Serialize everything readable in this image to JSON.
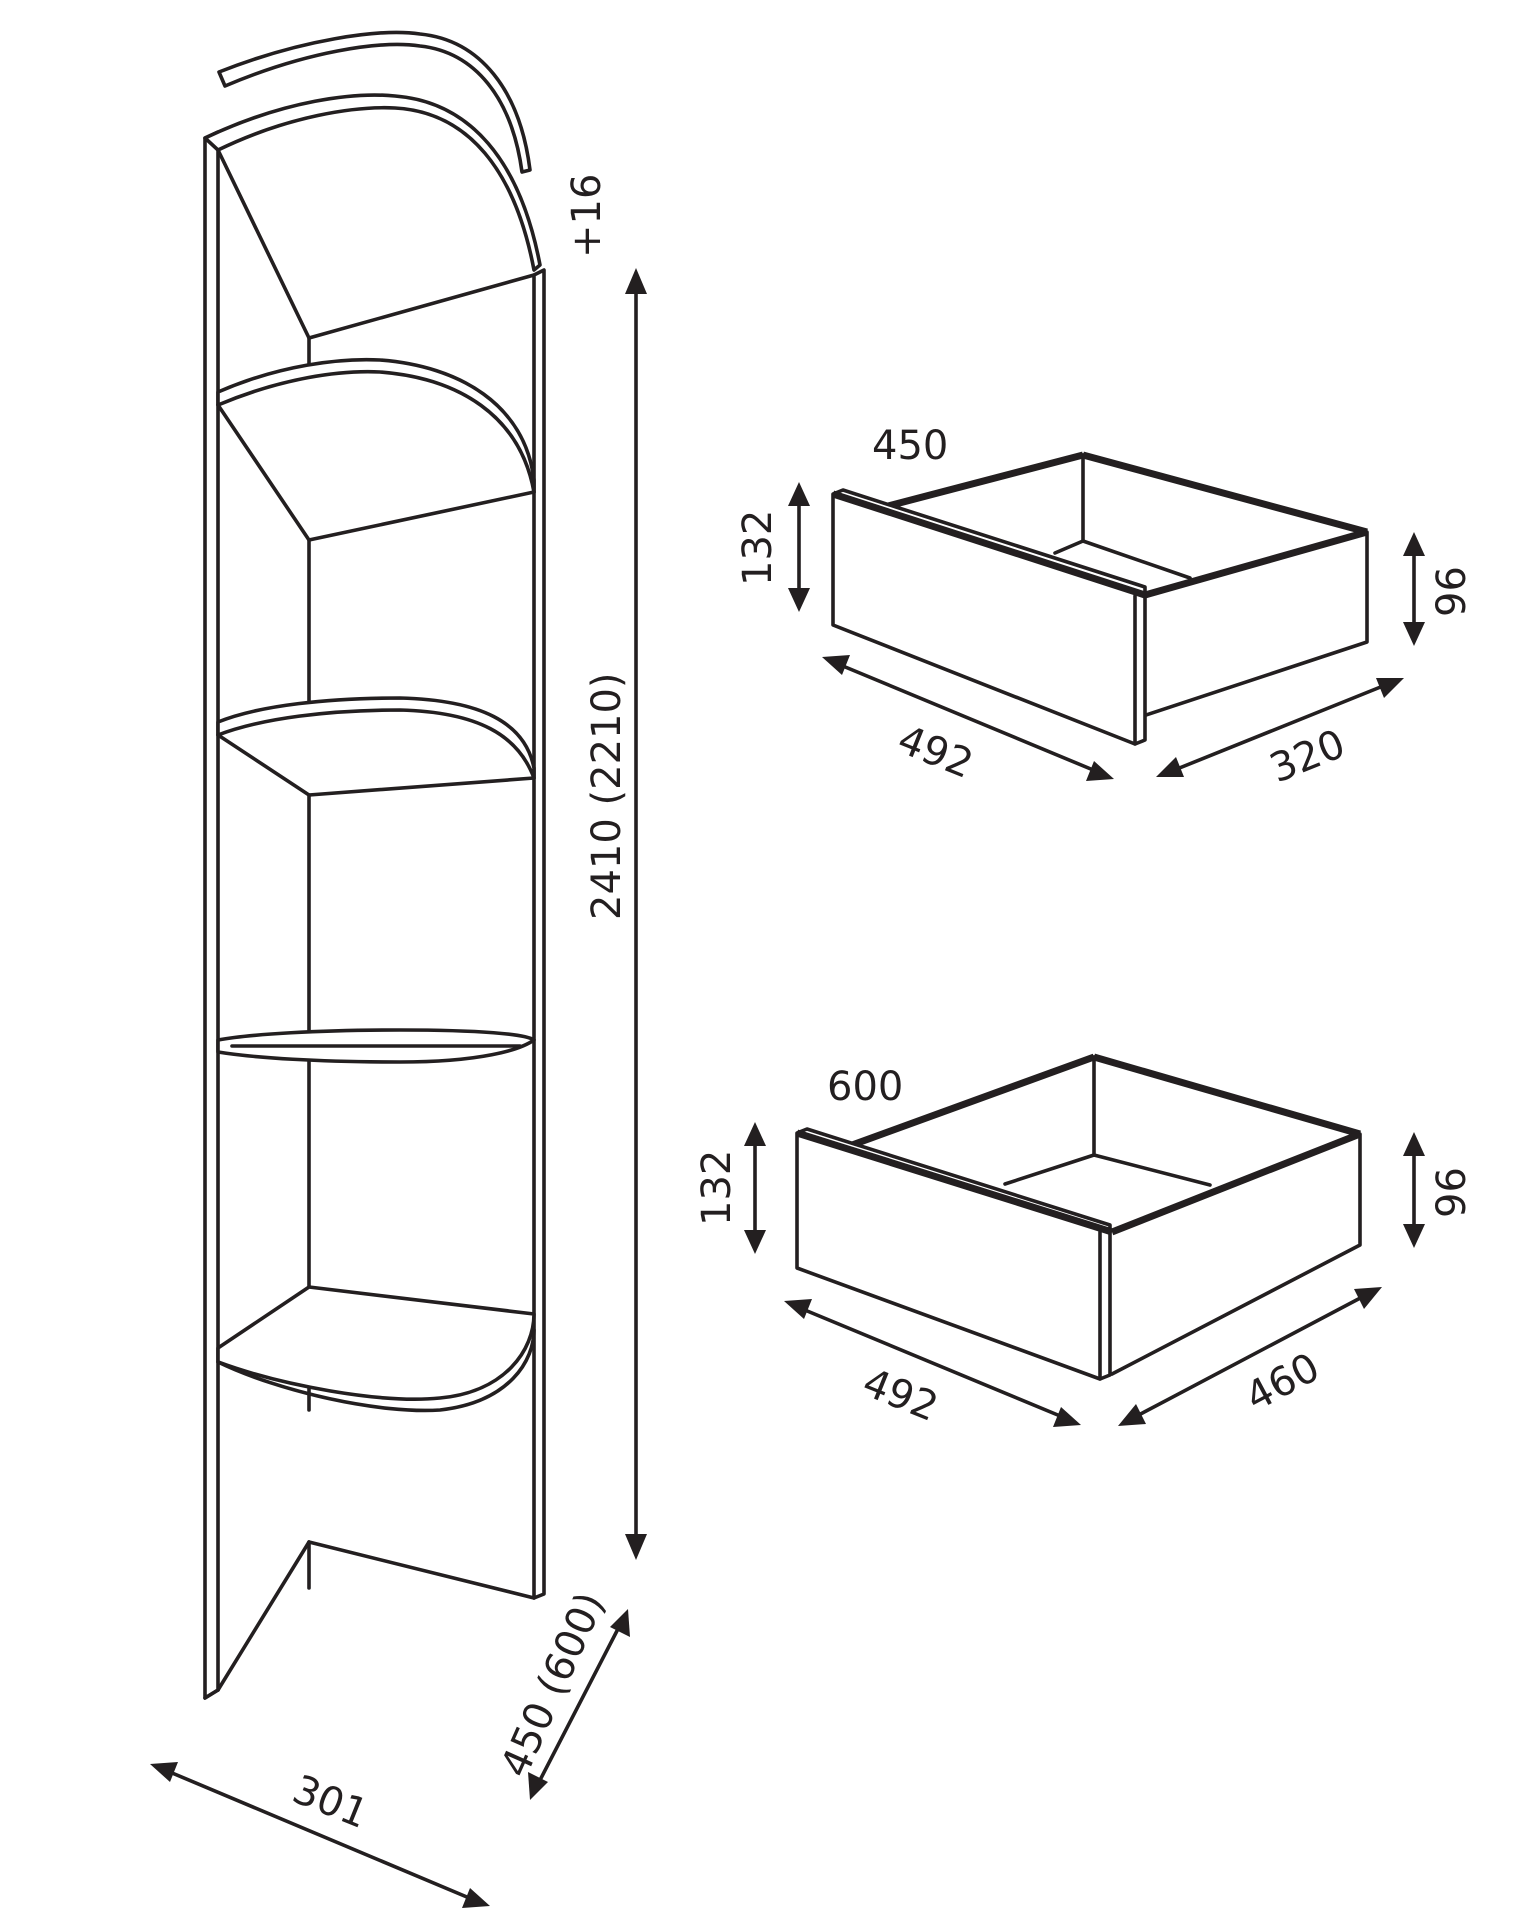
{
  "cabinet": {
    "top_offset": "+16",
    "height": "2410 (2210)",
    "width": "301",
    "depth": "450 (600)"
  },
  "drawer_small": {
    "front_width": "450",
    "front_height": "132",
    "box_height": "96",
    "length": "492",
    "width": "320"
  },
  "drawer_large": {
    "front_width": "600",
    "front_height": "132",
    "box_height": "96",
    "length": "492",
    "width": "460"
  }
}
